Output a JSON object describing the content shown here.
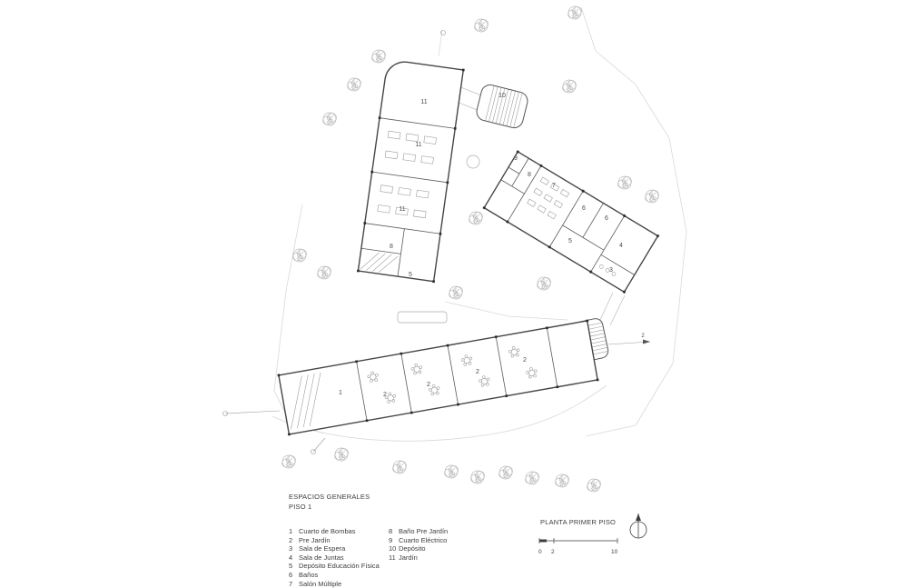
{
  "title": {
    "line1": "ESPACIOS GENERALES",
    "line2": "PISO 1"
  },
  "legend_col1": [
    {
      "num": "1",
      "label": "Cuarto de Bombas"
    },
    {
      "num": "2",
      "label": "Pre Jardín"
    },
    {
      "num": "3",
      "label": "Sala de Espera"
    },
    {
      "num": "4",
      "label": "Sala de Juntas"
    },
    {
      "num": "5",
      "label": "Depósito Educación Física"
    },
    {
      "num": "6",
      "label": "Baños"
    },
    {
      "num": "7",
      "label": "Salón Múltiple"
    }
  ],
  "legend_col2": [
    {
      "num": "8",
      "label": "Baño Pre Jardín"
    },
    {
      "num": "9",
      "label": "Cuarto Eléctrico"
    },
    {
      "num": "10",
      "label": "Depósito"
    },
    {
      "num": "11",
      "label": "Jardín"
    }
  ],
  "plan_title": "PLANTA PRIMER PISO",
  "scale_ticks": [
    "0",
    "2",
    "10"
  ],
  "rooms": {
    "jardin_1": "11",
    "jardin_2": "11",
    "jardin_3": "11",
    "bano_pre_jardin_wing": "8",
    "deposito_wing": "5",
    "deposito": "10",
    "cuarto_electrico": "9",
    "bano_pre_jardin": "8",
    "salon_multiple": "7",
    "banos_1": "6",
    "banos_2": "6",
    "deposito_ed_fisica": "5",
    "sala_juntas": "4",
    "sala_espera": "3",
    "cuarto_bombas": "1",
    "pre_jardin_1": "2",
    "pre_jardin_2": "2",
    "pre_jardin_3": "2",
    "pre_jardin_4": "2",
    "section_cut": "2"
  },
  "colors": {
    "wall": "#464646",
    "light_line": "#d9d9d9",
    "tree": "#bdbdbd",
    "text": "#4a4a4a"
  }
}
